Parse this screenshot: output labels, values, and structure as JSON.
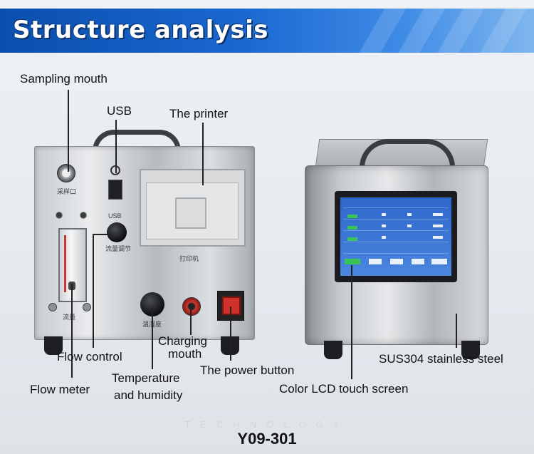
{
  "banner": {
    "title": "Structure analysis"
  },
  "labels": {
    "sampling_mouth": "Sampling mouth",
    "usb": "USB",
    "printer": "The printer",
    "flow_control": "Flow control",
    "flow_meter": "Flow meter",
    "charging_line1": "Charging",
    "charging_line2": "mouth",
    "temp_line1": "Temperature",
    "temp_line2": "and humidity",
    "power_button": "The power button",
    "stainless": "SUS304 stainless steel",
    "lcd": "Color LCD touch screen"
  },
  "device_markings": {
    "sampling": "采样口",
    "usb": "USB",
    "flow_adjust": "流量调节",
    "printer": "打印机",
    "flow": "流量",
    "temp_humidity": "温湿度"
  },
  "watermark": "TECHNOLOGY",
  "model": "Y09-301",
  "colors": {
    "banner_start": "#0a4fae",
    "banner_end": "#7fb6ee",
    "lcd": "#2e67c9",
    "power_red": "#d0322b"
  }
}
